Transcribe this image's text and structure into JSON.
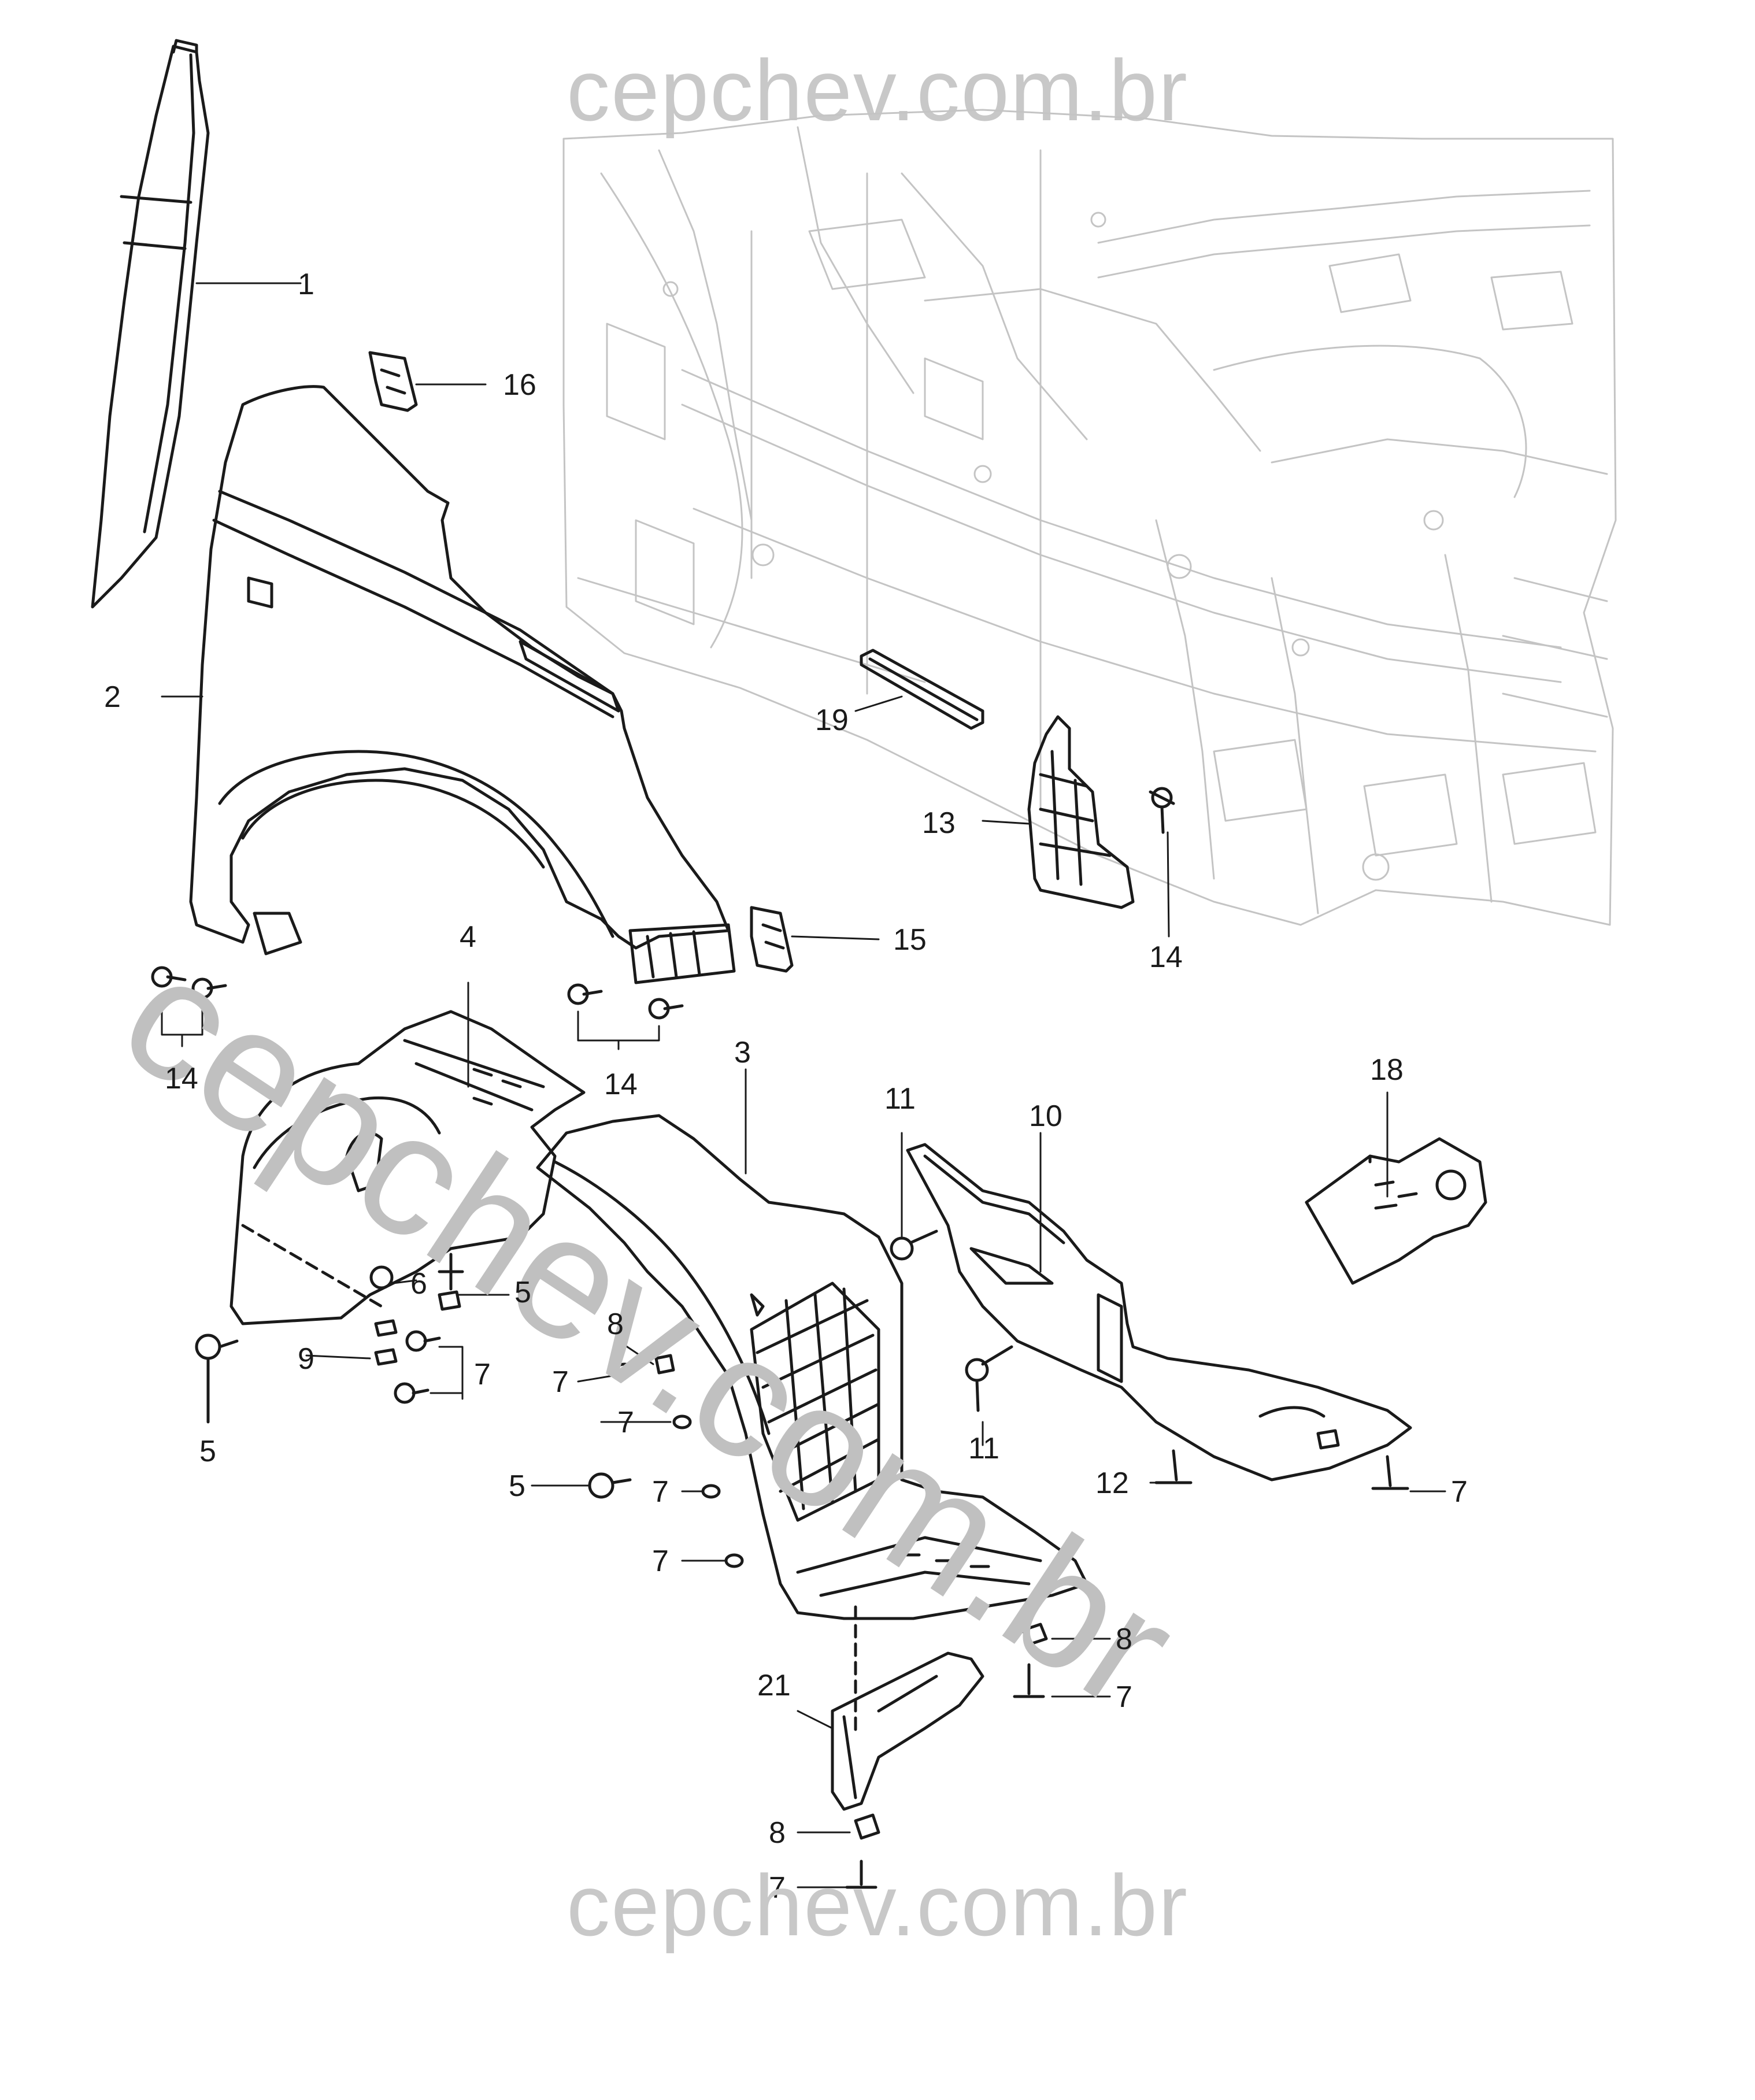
{
  "watermark_top": "cepchev.com.br",
  "watermark_bottom": "cepchev.com.br",
  "watermark_diagonal": "cepchev.com.br",
  "colors": {
    "line": "#1a1a1a",
    "ghost": "#bfbfbf",
    "watermark": "#c8c8c8"
  },
  "callouts": [
    {
      "id": "c1",
      "label": "1"
    },
    {
      "id": "c2",
      "label": "2"
    },
    {
      "id": "c3",
      "label": "3"
    },
    {
      "id": "c4",
      "label": "4"
    },
    {
      "id": "c5a",
      "label": "5"
    },
    {
      "id": "c5b",
      "label": "5"
    },
    {
      "id": "c5c",
      "label": "5"
    },
    {
      "id": "c6",
      "label": "6"
    },
    {
      "id": "c7a",
      "label": "7"
    },
    {
      "id": "c7b",
      "label": "7"
    },
    {
      "id": "c7c",
      "label": "7"
    },
    {
      "id": "c7d",
      "label": "7"
    },
    {
      "id": "c7e",
      "label": "7"
    },
    {
      "id": "c7f",
      "label": "7"
    },
    {
      "id": "c7g",
      "label": "7"
    },
    {
      "id": "c7h",
      "label": "7"
    },
    {
      "id": "c8a",
      "label": "8"
    },
    {
      "id": "c8b",
      "label": "8"
    },
    {
      "id": "c8c",
      "label": "8"
    },
    {
      "id": "c9",
      "label": "9"
    },
    {
      "id": "c10",
      "label": "10"
    },
    {
      "id": "c11a",
      "label": "11"
    },
    {
      "id": "c11b",
      "label": "11"
    },
    {
      "id": "c12",
      "label": "12"
    },
    {
      "id": "c13",
      "label": "13"
    },
    {
      "id": "c14a",
      "label": "14"
    },
    {
      "id": "c14b",
      "label": "14"
    },
    {
      "id": "c14c",
      "label": "14"
    },
    {
      "id": "c15",
      "label": "15"
    },
    {
      "id": "c16",
      "label": "16"
    },
    {
      "id": "c18",
      "label": "18"
    },
    {
      "id": "c19",
      "label": "19"
    },
    {
      "id": "c21",
      "label": "21"
    }
  ]
}
